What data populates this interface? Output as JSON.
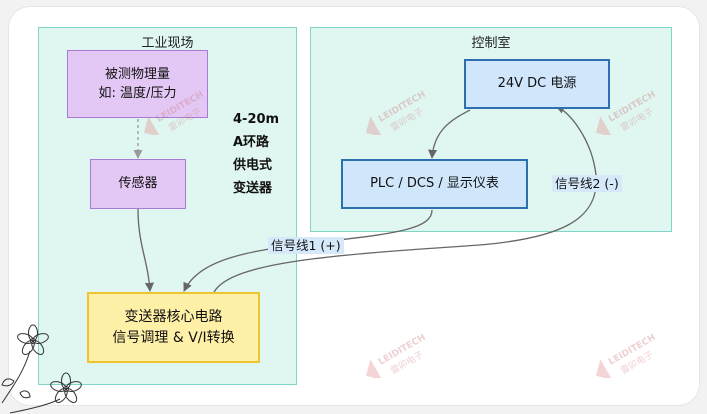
{
  "regions": {
    "field": "工业现场",
    "control": "控制室"
  },
  "nodes": {
    "physical_line1": "被测物理量",
    "physical_line2": "如: 温度/压力",
    "sensor": "传感器",
    "transmitter_line1": "变送器核心电路",
    "transmitter_line2": "信号调理 & V/I转换",
    "power": "24V DC 电源",
    "plc": "PLC / DCS / 显示仪表"
  },
  "loop_label": [
    "4-20m",
    "A环路",
    "供电式",
    "变送器"
  ],
  "edges": {
    "signal1": "信号线1 (+)",
    "signal2": "信号线2 (-)"
  },
  "watermark": {
    "brand": "LEIDITECH",
    "cn": "雷卯电子"
  },
  "colors": {
    "region_fill": "#dff6f1",
    "region_border": "#7fd6c7",
    "purple_fill": "#e3c8f5",
    "blue_fill": "#cfe6fb",
    "blue_border": "#2d6fb0",
    "yellow_fill": "#fff0a8",
    "yellow_border": "#f0c430",
    "edge_color": "#666666"
  }
}
